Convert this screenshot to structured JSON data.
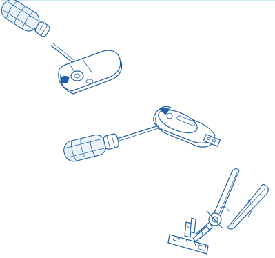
{
  "illustration": {
    "steps": [
      {
        "id": "step-pry-cap",
        "icon": "screwdriver-prying-usb-casing-icon"
      },
      {
        "id": "step-pry-side",
        "icon": "screwdriver-opening-usb-stick-icon"
      },
      {
        "id": "step-cut-board",
        "icon": "pliers-cutting-usb-board-icon"
      }
    ],
    "colors": {
      "line": "#1f5fa6",
      "header_rule": "#cfe6f4",
      "background": "#ffffff"
    }
  }
}
